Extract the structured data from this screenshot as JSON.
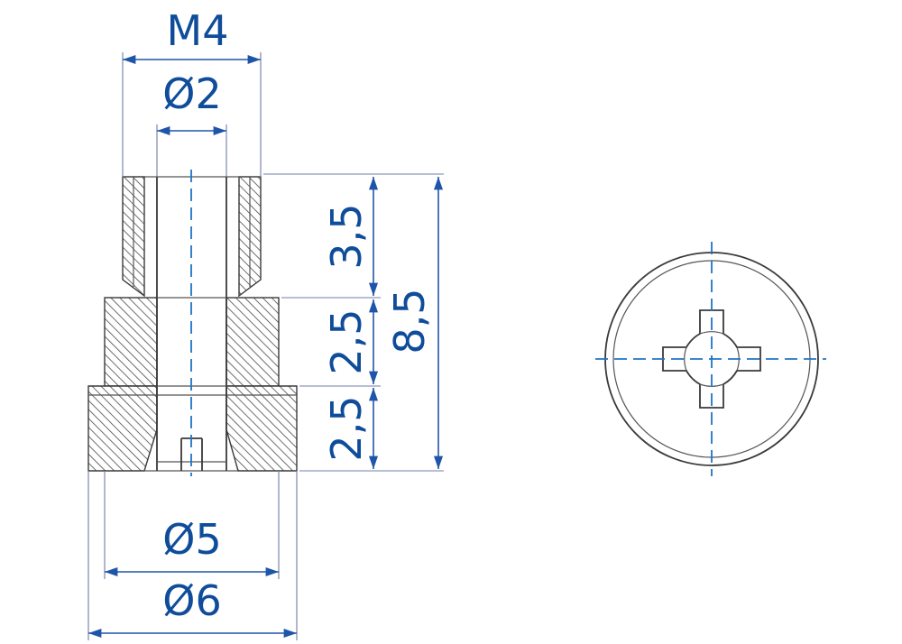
{
  "drawing": {
    "dimensions": {
      "thread": "M4",
      "bore": "Ø2",
      "inner_diameter": "Ø5",
      "outer_diameter": "Ø6",
      "height_top": "3,5",
      "height_middle": "2,5",
      "height_bottom": "2,5",
      "height_total": "8,5"
    },
    "colors": {
      "dimension": "#0f4c9a",
      "centerline": "#1f75c6",
      "outline": "#3a3a3a"
    }
  }
}
